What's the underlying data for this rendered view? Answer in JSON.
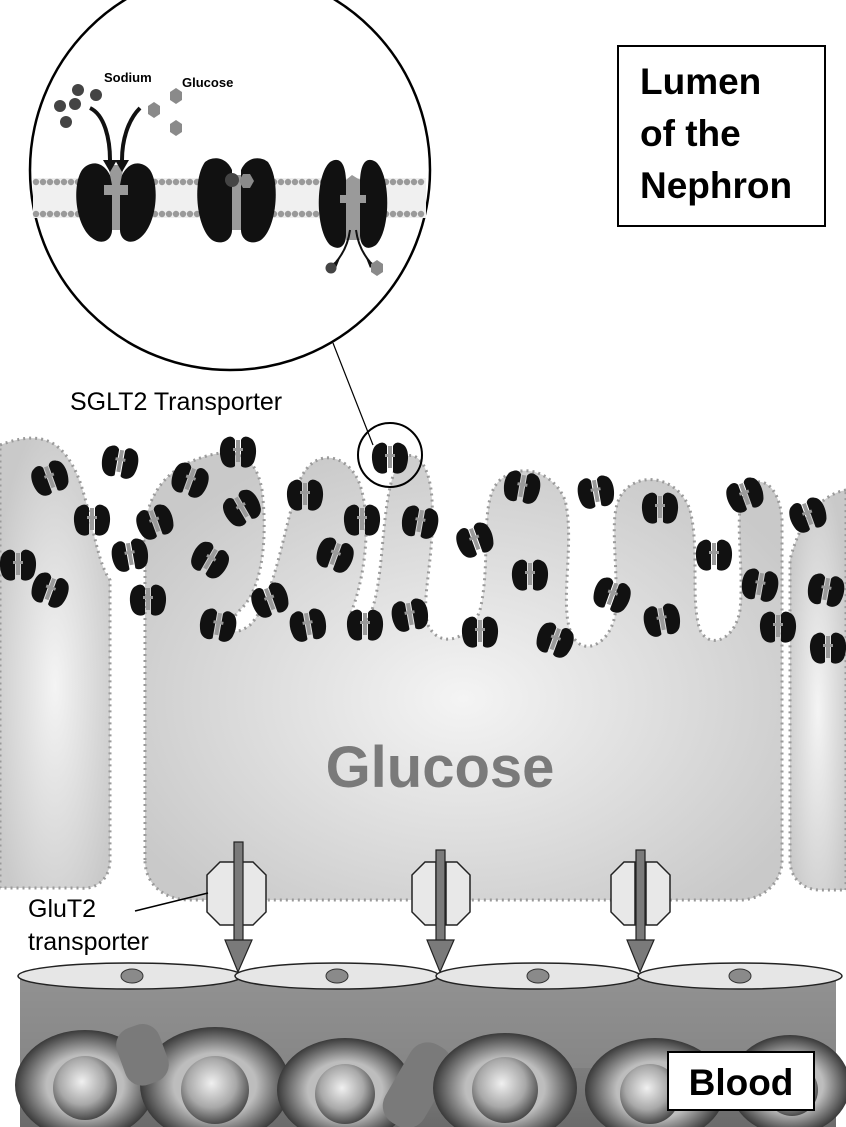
{
  "lumen_label": [
    "Lumen",
    "of the",
    "Nephron"
  ],
  "blood_label": "Blood",
  "cell_label": "Glucose",
  "sglt2_label": "SGLT2 Transporter",
  "glut2_label": [
    "GluT2",
    "transporter"
  ],
  "inset": {
    "sodium_label": "Sodium",
    "glucose_label": "Glucose"
  },
  "colors": {
    "cell_fill": "#d9d9d9",
    "membrane_dots": "#9a9a9a",
    "transporter": "#111111",
    "blood_vessel": "#6f6f6f"
  }
}
